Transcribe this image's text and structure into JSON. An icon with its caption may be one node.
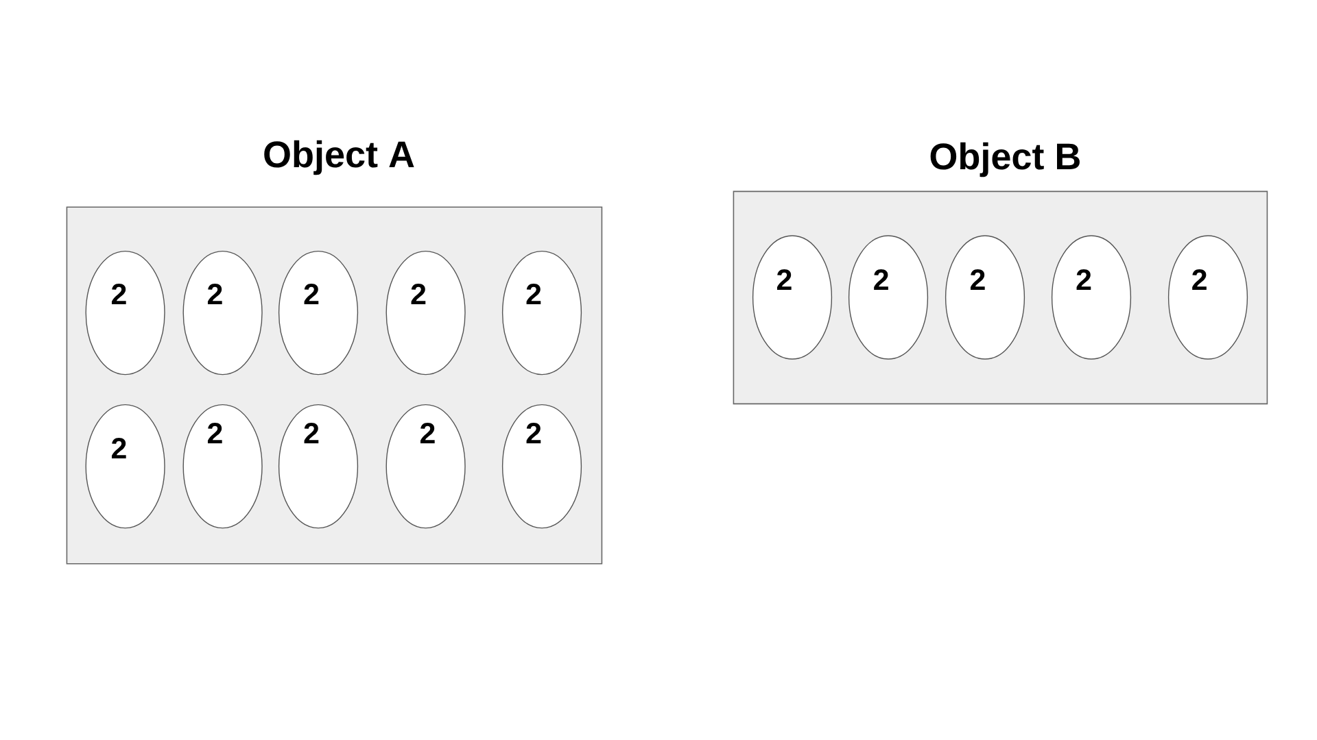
{
  "diagram": {
    "nodes": [
      {
        "text": [
          "Object A"
        ]
      },
      {
        "text": [
          "2"
        ],
        "in": 0
      },
      {
        "text": [
          "2"
        ],
        "in": 0
      },
      {
        "text": [
          "2"
        ],
        "in": 0
      },
      {
        "text": [
          "2"
        ],
        "in": 0
      },
      {
        "text": [
          "2"
        ],
        "in": 0
      },
      {
        "text": [
          "2"
        ],
        "in": 0
      },
      {
        "text": [
          "2"
        ],
        "in": 0
      },
      {
        "text": [
          "2"
        ],
        "in": 0
      },
      {
        "text": [
          "2"
        ],
        "in": 0
      },
      {
        "text": [
          "2"
        ],
        "in": 0
      },
      {
        "text": [
          "Object B"
        ]
      },
      {
        "text": [
          "2"
        ],
        "in": 11
      },
      {
        "text": [
          "2"
        ],
        "in": 11
      },
      {
        "text": [
          "2"
        ],
        "in": 11
      },
      {
        "text": [
          "2"
        ],
        "in": 11
      },
      {
        "text": [
          "2"
        ],
        "in": 11
      }
    ]
  }
}
